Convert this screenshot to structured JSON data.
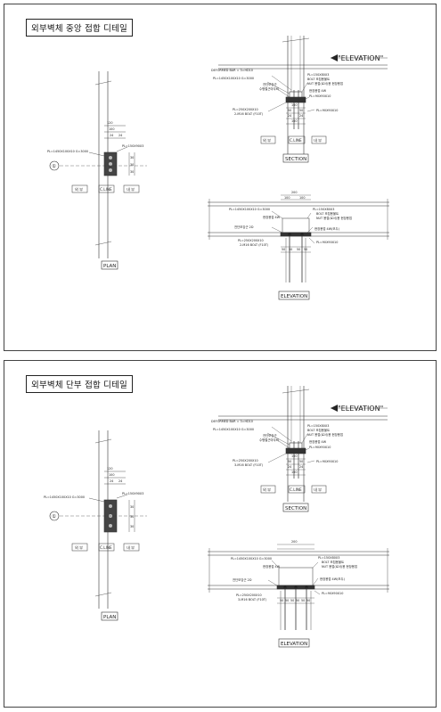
{
  "sheets": [
    {
      "title": "외부벽체 중앙 접합 디테일",
      "plan": {
        "label": "PLAN",
        "plate_label": "PL=1450X100X10 G=3000",
        "plate2_label": "PL=150X90X3",
        "grid_mark": "①",
        "outside": "외 부",
        "line_label": "C.LINE",
        "inside": "내 부",
        "dims": [
          "120",
          "100",
          "24",
          "24",
          "30",
          "30",
          "30"
        ]
      },
      "section": {
        "label": "SECTION",
        "elevation_tag": "\"ELEVATION\"",
        "notes": [
          "DEFORMED BAR = 3=HD10",
          "PL=150X80X3",
          "BOLT 조립용볼트",
          "NUT 용접(로서)용 현장용접",
          "PL=1450X100X10 G=3000",
          "전단보강근",
          "수평철근마무리",
          "현장용접 4W",
          "PL=90X90X10",
          "PL=250X200X10",
          "2-M16 BOLT (F10T)",
          "PL=90X90X10"
        ],
        "outside": "외 부",
        "line_label": "C.LINE",
        "inside": "내 부",
        "dims": [
          "100",
          "50",
          "50",
          "24",
          "24",
          "100"
        ]
      },
      "elevation": {
        "label": "ELEVATION",
        "notes": [
          "PL=1450X100X10 G=3000",
          "PL=150X80X3",
          "BOLT 조립용볼트",
          "NUT 용접(로서)용 현장용접",
          "현장용접 4W",
          "전단보강근 2D",
          "현장용접 4W(모두)",
          "PL=250X200X10",
          "2-M16 BOLT (F10T)",
          "PL=90X90X10"
        ],
        "dims": [
          "200",
          "100",
          "100",
          "50",
          "50",
          "50",
          "50"
        ]
      }
    },
    {
      "title": "외부벽체 단부 접합 디테일",
      "plan": {
        "label": "PLAN",
        "plate_label": "PL=1450X100X10 G=3000",
        "plate2_label": "PL=150X90X3",
        "grid_mark": "①",
        "outside": "외 부",
        "line_label": "C.LINE",
        "inside": "내 부",
        "dims": [
          "120",
          "100",
          "24",
          "24",
          "30",
          "30",
          "30"
        ]
      },
      "section": {
        "label": "SECTION",
        "elevation_tag": "\"ELEVATION\"",
        "notes": [
          "DEFORMED BAR = 3=HD10",
          "PL=150X80X3",
          "BOLT 조립용볼트",
          "NUT 용접(로서)용 현장용접",
          "PL=1450X100X10 G=3000",
          "전단보강근",
          "수평철근마무리",
          "현장용접 4W",
          "PL=90X90X10",
          "PL=250X200X10",
          "3-M16 BOLT (F10T)",
          "PL=90X90X10"
        ],
        "outside": "외 부",
        "line_label": "C.LINE",
        "inside": "내 부",
        "dims": [
          "100",
          "50",
          "50",
          "24",
          "24",
          "100"
        ]
      },
      "elevation": {
        "label": "ELEVATION",
        "notes": [
          "PL=1450X100X10 G=3000",
          "PL=150X80X3",
          "BOLT 조립용볼트",
          "NUT 용접(로서)용 현장용접",
          "현장용접 4W",
          "전단보강근 2D",
          "현장용접 4W(모두)",
          "PL=250X200X10",
          "3-M16 BOLT (F10T)",
          "PL=90X90X10"
        ],
        "dims": [
          "200",
          "50",
          "50",
          "50",
          "50",
          "50",
          "50"
        ]
      }
    }
  ]
}
